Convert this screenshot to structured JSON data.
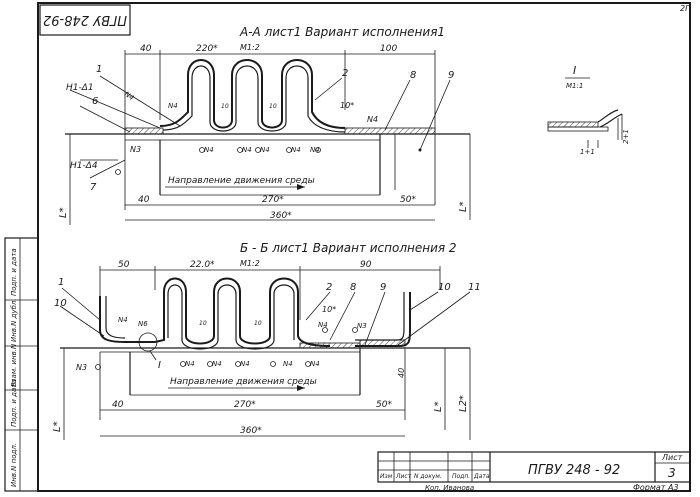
{
  "stamp_top_left": "ПГВУ 248-92",
  "corner_mark": "2Г",
  "section_a": {
    "title": "А-А лист1  Вариант исполнения1",
    "scale": "М1:2",
    "dims": {
      "d40": "40",
      "d220": "220*",
      "d100": "100",
      "b40": "40",
      "b270": "270*",
      "b50": "50*",
      "b360": "360*",
      "d10a": "10",
      "d10b": "10",
      "d10s": "10*"
    },
    "weld_labels": {
      "n1d1": "Н1-Δ1",
      "n1d4": "Н1-Δ4",
      "n3": "N3",
      "n4_diag": "N4",
      "n4": "N4"
    },
    "items": {
      "i1": "1",
      "i2": "2",
      "i6": "6",
      "i7": "7",
      "i8": "8",
      "i9": "9"
    },
    "flow_label": "Направление движения среды",
    "L": "L*"
  },
  "detail": {
    "title": "I",
    "scale": "М1:1",
    "d1": "1+1",
    "d2": "2+1"
  },
  "section_b": {
    "title": "Б - Б лист1  Вариант исполнения 2",
    "scale": "М1:2",
    "dims": {
      "d50": "50",
      "d220": "22.0*",
      "d90": "90",
      "d10a": "10",
      "d10b": "10",
      "d10s": "10*",
      "b40": "40",
      "b270": "270*",
      "b50": "50*",
      "b360": "360*",
      "d40v": "40"
    },
    "weld_labels": {
      "n4": "N4",
      "n6": "N6",
      "n3": "N3",
      "n3b": "N3"
    },
    "items": {
      "i1": "1",
      "i10": "10",
      "i2": "2",
      "i8": "8",
      "i9": "9",
      "i10r": "10",
      "i11": "11"
    },
    "detail_mark": "I",
    "flow_label": "Направление движения среды",
    "L": "L*",
    "L2": "L2*"
  },
  "side_stamp": [
    "Подп. и дата",
    "Инв.N дубл.",
    "Взам. инв.N",
    "Подп. и дата",
    "Инв.N подл."
  ],
  "title_block": {
    "headers": [
      "Изм",
      "Лист",
      "N докум.",
      "Подп.",
      "Дата"
    ],
    "designation": "ПГВУ 248 - 92",
    "sheet_label": "Лист",
    "sheet_no": "3",
    "copied": "Коп. Иванова",
    "format": "Формат А3"
  }
}
